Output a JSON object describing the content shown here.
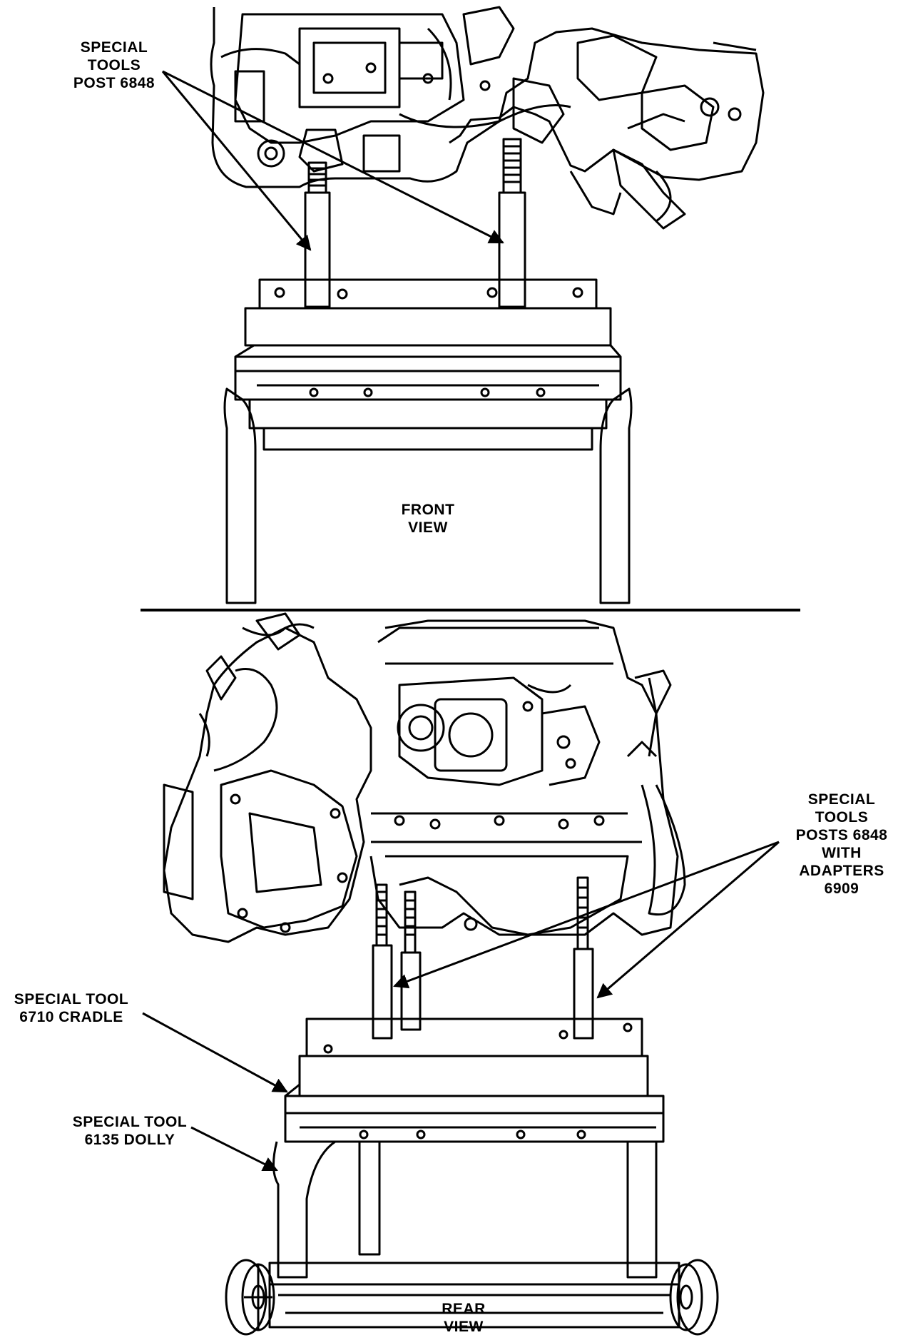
{
  "figure": {
    "front_view": {
      "caption": "FRONT\nVIEW",
      "callout_posts": "SPECIAL\nTOOLS\nPOST 6848"
    },
    "rear_view": {
      "caption": "REAR\nVIEW",
      "callout_posts_adapters": "SPECIAL\nTOOLS\nPOSTS 6848\nWITH\nADAPTERS\n6909",
      "callout_cradle": "SPECIAL TOOL\n6710 CRADLE",
      "callout_dolly": "SPECIAL TOOL\n6135 DOLLY"
    }
  },
  "colors": {
    "ink": "#000000",
    "paper": "#ffffff"
  }
}
